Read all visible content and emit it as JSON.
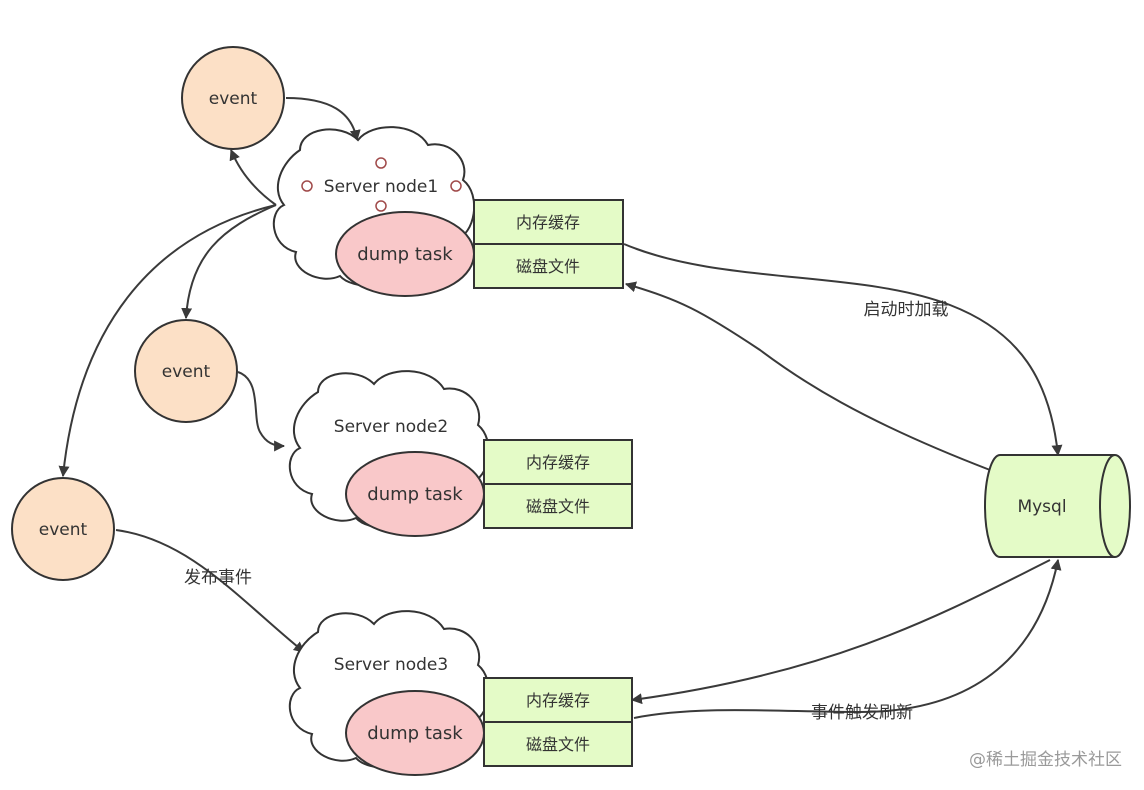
{
  "diagram": {
    "event_nodes": [
      {
        "id": "event-1",
        "label": "event"
      },
      {
        "id": "event-2",
        "label": "event"
      },
      {
        "id": "event-3",
        "label": "event"
      }
    ],
    "server_nodes": [
      {
        "id": "server-1",
        "label": "Server node1",
        "task": "dump task",
        "cache": [
          "内存缓存",
          "磁盘文件"
        ]
      },
      {
        "id": "server-2",
        "label": "Server node2",
        "task": "dump task",
        "cache": [
          "内存缓存",
          "磁盘文件"
        ]
      },
      {
        "id": "server-3",
        "label": "Server node3",
        "task": "dump task",
        "cache": [
          "内存缓存",
          "磁盘文件"
        ]
      }
    ],
    "database": {
      "label": "Mysql"
    },
    "edge_labels": {
      "publish": "发布事件",
      "load": "启动时加载",
      "refresh": "事件触发刷新"
    },
    "watermark": "@稀土掘金技术社区"
  },
  "colors": {
    "event_fill": "#fce0c6",
    "task_fill": "#f9c8c9",
    "cache_fill": "#e4fbc7",
    "db_fill": "#e4fbc7",
    "stroke": "#333333",
    "arrow": "#3a3a3a",
    "handle": "#a04a4a"
  }
}
